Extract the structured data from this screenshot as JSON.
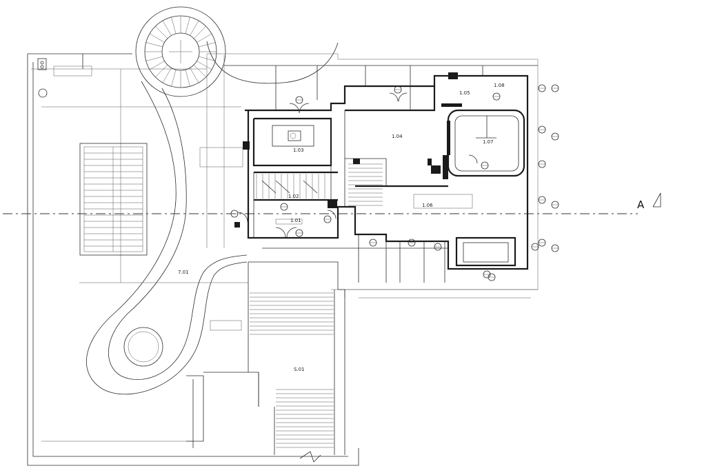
{
  "rooms": {
    "r101": "1.01",
    "r102": "1.02",
    "r103": "1.03",
    "r104": "1.04",
    "r105": "1.05",
    "r106": "1.06",
    "r107": "1.07",
    "r108": "1.08",
    "r701": "7.01",
    "s101": "S.01"
  },
  "section_marker": "A",
  "colors": {
    "line": "#1a1a1a",
    "background": "#ffffff"
  }
}
